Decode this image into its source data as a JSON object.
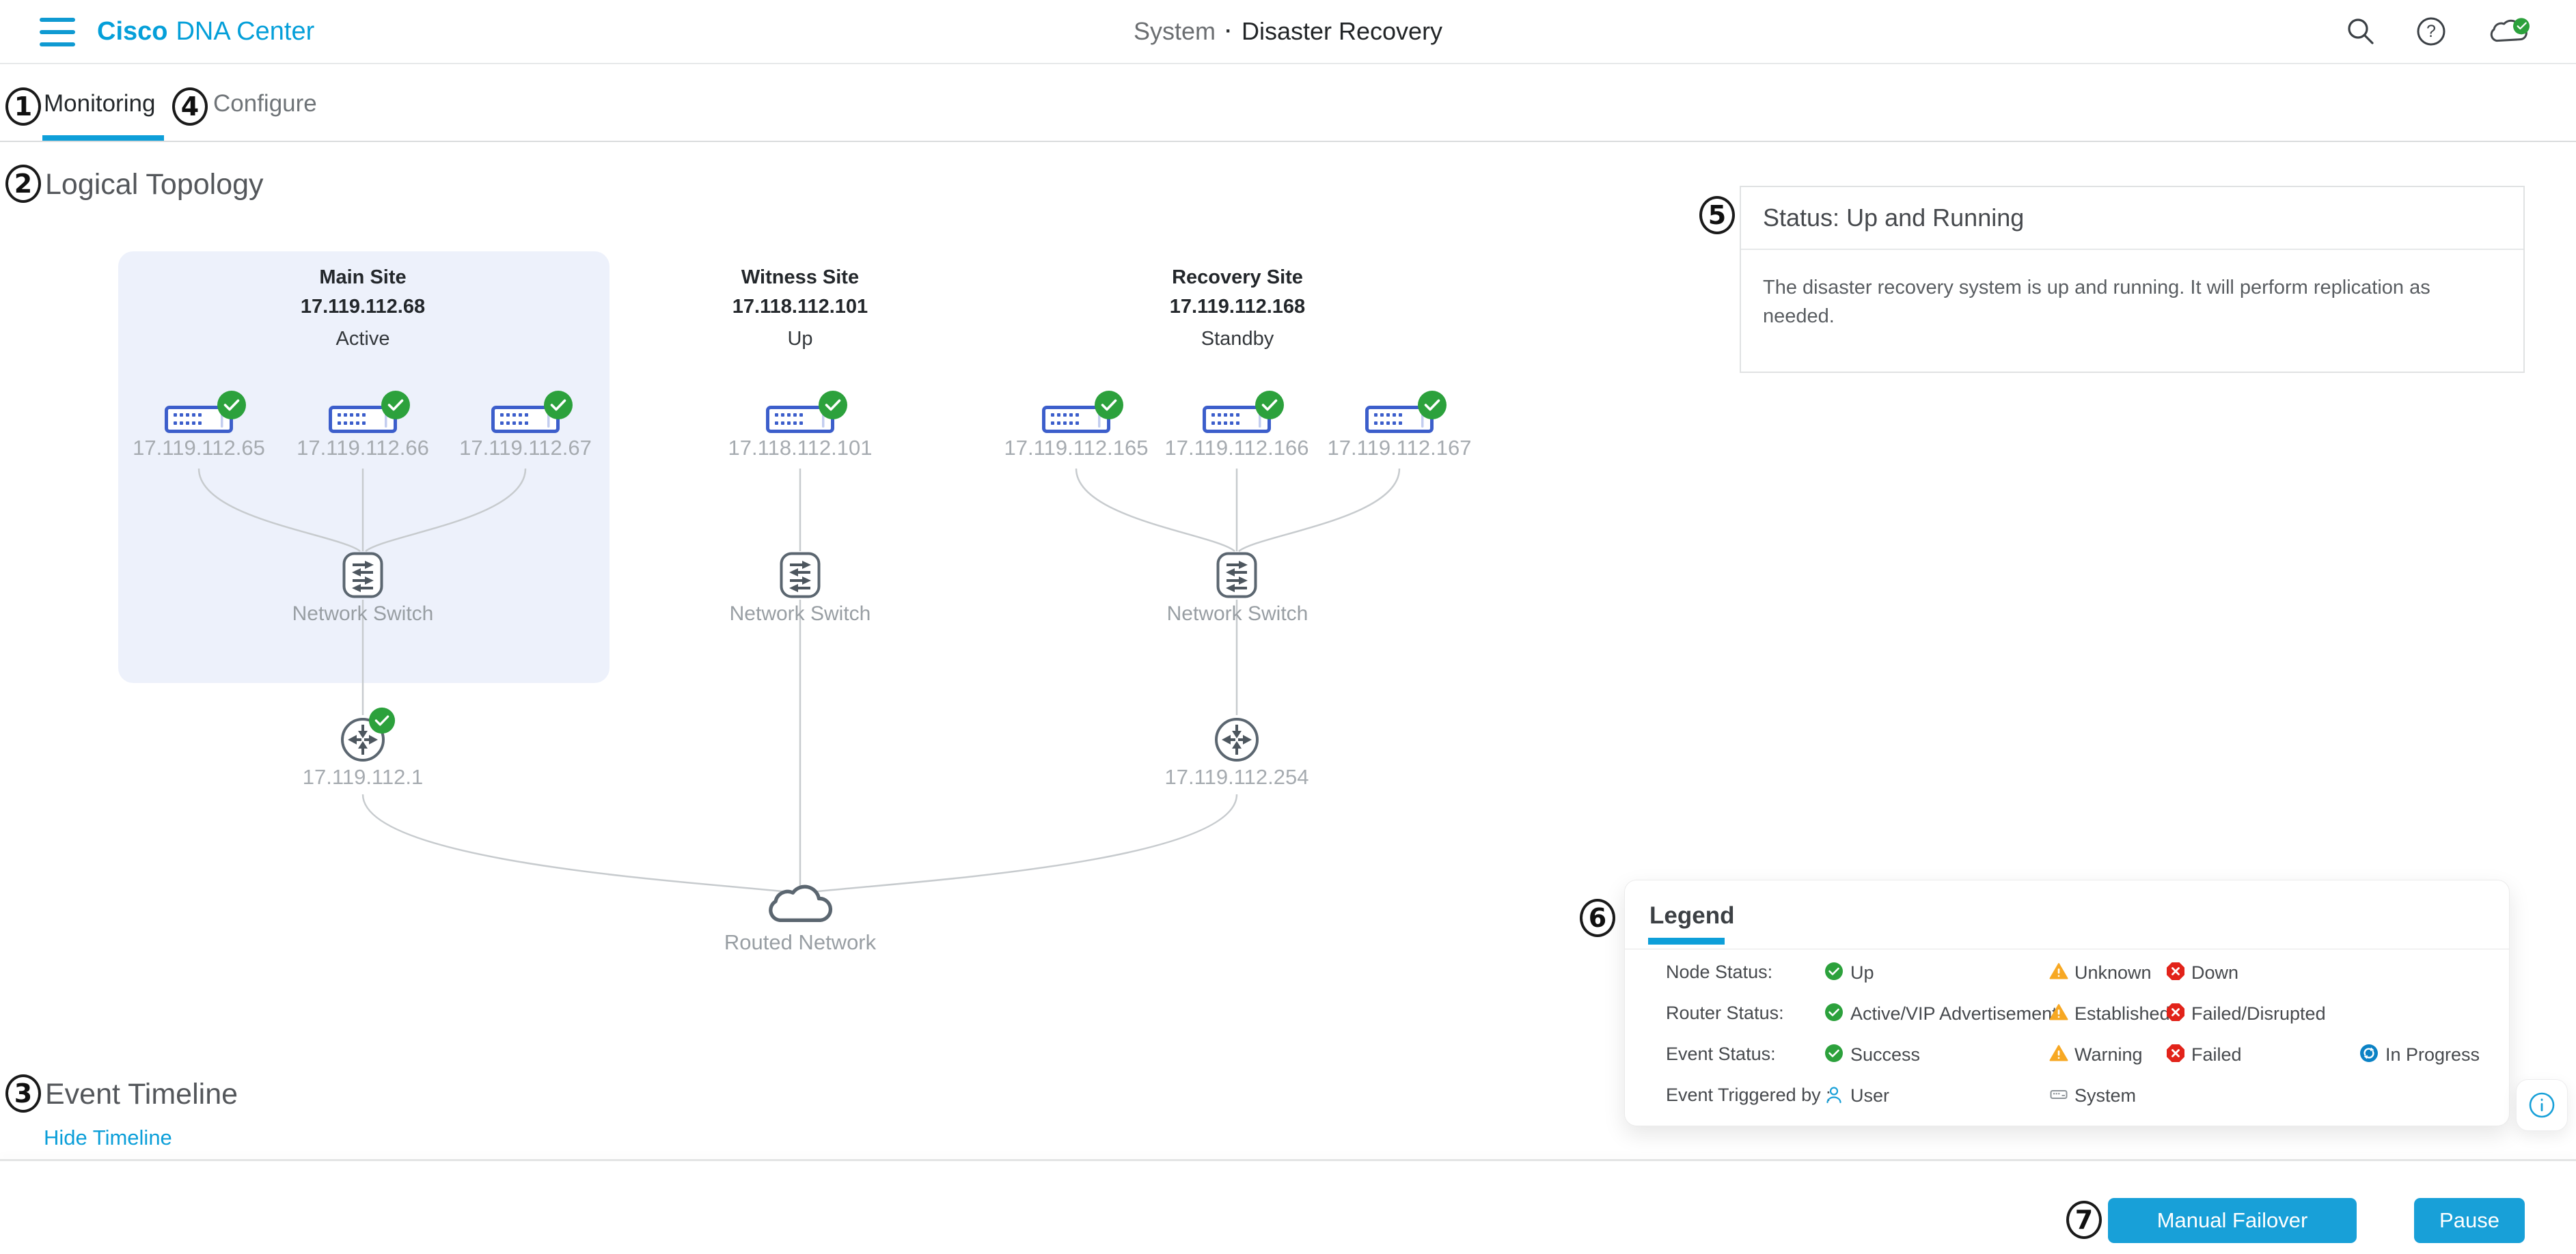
{
  "header": {
    "brand_bold": "Cisco",
    "brand_rest": "DNA Center",
    "breadcrumb_section": "System",
    "breadcrumb_sep": "·",
    "breadcrumb_page": "Disaster Recovery",
    "help_glyph": "?"
  },
  "tabs": [
    {
      "label": "Monitoring",
      "annotation": "1",
      "active": true
    },
    {
      "label": "Configure",
      "annotation": "4",
      "active": false
    }
  ],
  "sections": {
    "topology": {
      "annotation": "2",
      "title": "Logical Topology"
    },
    "timeline": {
      "annotation": "3",
      "title": "Event Timeline",
      "link": "Hide Timeline"
    }
  },
  "status_panel": {
    "annotation": "5",
    "title": "Status: Up and Running",
    "body": "The disaster recovery system is up and running. It will perform replication as needed."
  },
  "topology": {
    "sites": [
      {
        "name": "Main Site",
        "virtual_ip": "17.119.112.68",
        "state": "Active",
        "highlighted": true,
        "nodes": [
          {
            "ip": "17.119.112.65",
            "status": "up"
          },
          {
            "ip": "17.119.112.66",
            "status": "up"
          },
          {
            "ip": "17.119.112.67",
            "status": "up"
          }
        ],
        "switch_label": "Network Switch",
        "router": {
          "ip": "17.119.112.1",
          "status": "up"
        }
      },
      {
        "name": "Witness Site",
        "virtual_ip": "17.118.112.101",
        "state": "Up",
        "highlighted": false,
        "nodes": [
          {
            "ip": "17.118.112.101",
            "status": "up"
          }
        ],
        "switch_label": "Network Switch"
      },
      {
        "name": "Recovery Site",
        "virtual_ip": "17.119.112.168",
        "state": "Standby",
        "highlighted": false,
        "nodes": [
          {
            "ip": "17.119.112.165",
            "status": "up"
          },
          {
            "ip": "17.119.112.166",
            "status": "up"
          },
          {
            "ip": "17.119.112.167",
            "status": "up"
          }
        ],
        "switch_label": "Network Switch",
        "router": {
          "ip": "17.119.112.254"
        }
      }
    ],
    "cloud_label": "Routed Network"
  },
  "legend": {
    "annotation": "6",
    "title": "Legend",
    "rows": [
      {
        "label": "Node Status:",
        "items": [
          {
            "icon": "success",
            "label": "Up"
          },
          {
            "icon": "warning",
            "label": "Unknown"
          },
          {
            "icon": "failed",
            "label": "Down"
          }
        ]
      },
      {
        "label": "Router Status:",
        "items": [
          {
            "icon": "success",
            "label": "Active/VIP Advertisement"
          },
          {
            "icon": "warning",
            "label": "Established"
          },
          {
            "icon": "failed",
            "label": "Failed/Disrupted"
          }
        ]
      },
      {
        "label": "Event Status:",
        "items": [
          {
            "icon": "success",
            "label": "Success"
          },
          {
            "icon": "warning",
            "label": "Warning"
          },
          {
            "icon": "failed",
            "label": "Failed"
          },
          {
            "icon": "in-progress",
            "label": "In Progress"
          }
        ]
      },
      {
        "label": "Event Triggered by :",
        "items": [
          {
            "icon": "user",
            "label": "User"
          },
          {
            "icon": "system",
            "label": "System"
          }
        ]
      }
    ]
  },
  "footer": {
    "buttons": [
      {
        "label": "Manual Failover",
        "annotation": "7"
      },
      {
        "label": "Pause"
      }
    ]
  },
  "appearance": {
    "brand_blue": "#049fd9",
    "accent_blue": "#0e9fd9",
    "button_blue": "#18a0d8",
    "success_green": "#2ca13c",
    "warning_orange": "#f7a823",
    "error_red": "#e2231a",
    "progress_blue": "#0b82c5",
    "node_icon_blue": "#3c5ecb",
    "site_card_bg": "#edf1fb"
  }
}
